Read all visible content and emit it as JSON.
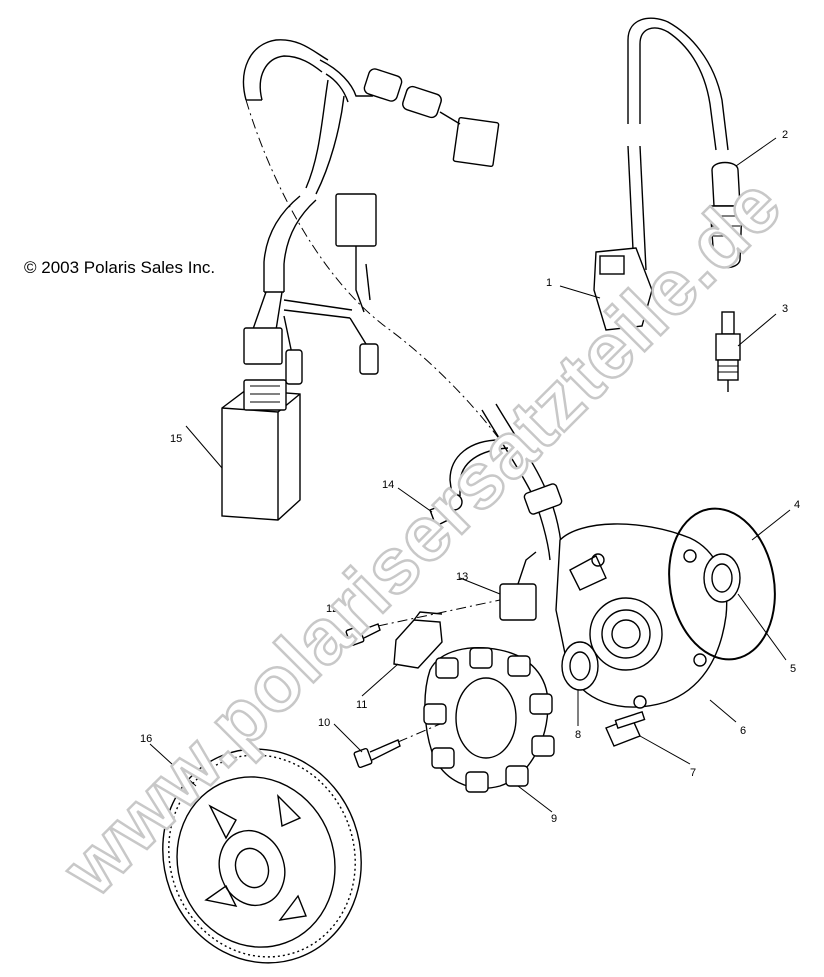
{
  "copyright": "© 2003 Polaris Sales Inc.",
  "watermark": "www.polarisersatzteile.de",
  "callouts": [
    "1",
    "2",
    "3",
    "4",
    "5",
    "6",
    "7",
    "8",
    "9",
    "10",
    "11",
    "12",
    "13",
    "14",
    "15",
    "16"
  ]
}
